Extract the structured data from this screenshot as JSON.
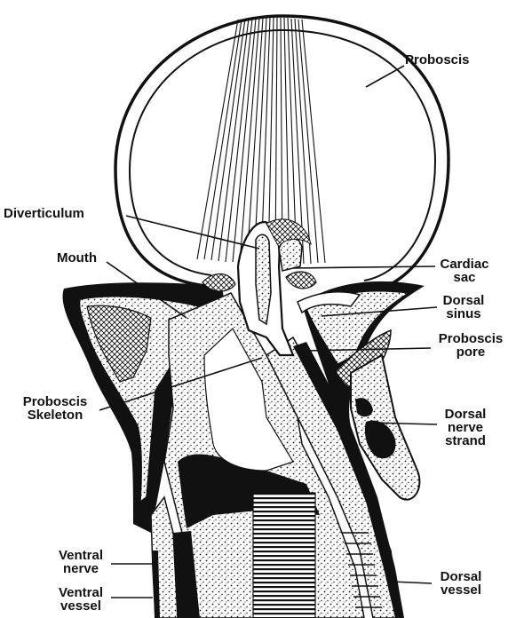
{
  "labels": {
    "proboscis": "Proboscis",
    "diverticulum": "Diverticulum",
    "mouth": "Mouth",
    "cardiac_sac": [
      "Cardiac",
      "sac"
    ],
    "dorsal_sinus": [
      "Dorsal",
      "sinus"
    ],
    "proboscis_pore": [
      "Proboscis",
      "pore"
    ],
    "proboscis_skeleton": [
      "Proboscis",
      "Skeleton"
    ],
    "dorsal_nerve_strand": [
      "Dorsal",
      "nerve",
      "strand"
    ],
    "ventral_nerve": [
      "Ventral",
      "nerve"
    ],
    "ventral_vessel": [
      "Ventral",
      "vessel"
    ],
    "dorsal_vessel": [
      "Dorsal",
      "vessel"
    ]
  },
  "colors": {
    "ink": "#111111",
    "paper": "#ffffff"
  }
}
